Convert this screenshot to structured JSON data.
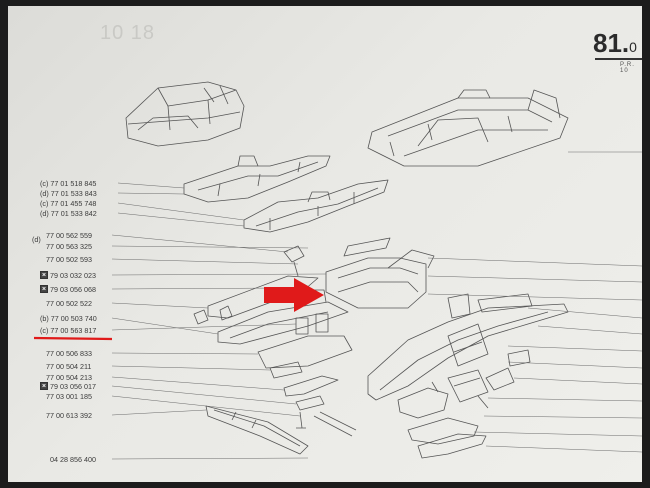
{
  "header": {
    "page_number": "81.",
    "page_suffix": "0",
    "faint_number": "10 18",
    "sub_label": "P.R. 10"
  },
  "references": [
    "(c) 77 01 518 845",
    "(d) 77 01 533 843",
    "(c) 77 01 455 748",
    "(d) 77 01 533 842",
    "(d)",
    "77 00 562 559",
    "77 00 563 325",
    "77 00 502 593",
    "79 03 032 023",
    "79 03 056 068",
    "77 00 502 522",
    "(b) 77 00 503 740",
    "(c) 77 00 563 817",
    "77 00 506 833",
    "77 00 504 211",
    "77 00 504 213",
    "79 03 056 017",
    "77 03 001 185",
    "77 00 613 392",
    "04 28 856 400"
  ],
  "colors": {
    "paper": "#e9e9e5",
    "ink": "#3b3b3b",
    "highlight_arrow": "#e01a1a",
    "strike_line": "#e01a1a"
  },
  "icons": {
    "highlight_marker": "arrow-right-icon"
  }
}
